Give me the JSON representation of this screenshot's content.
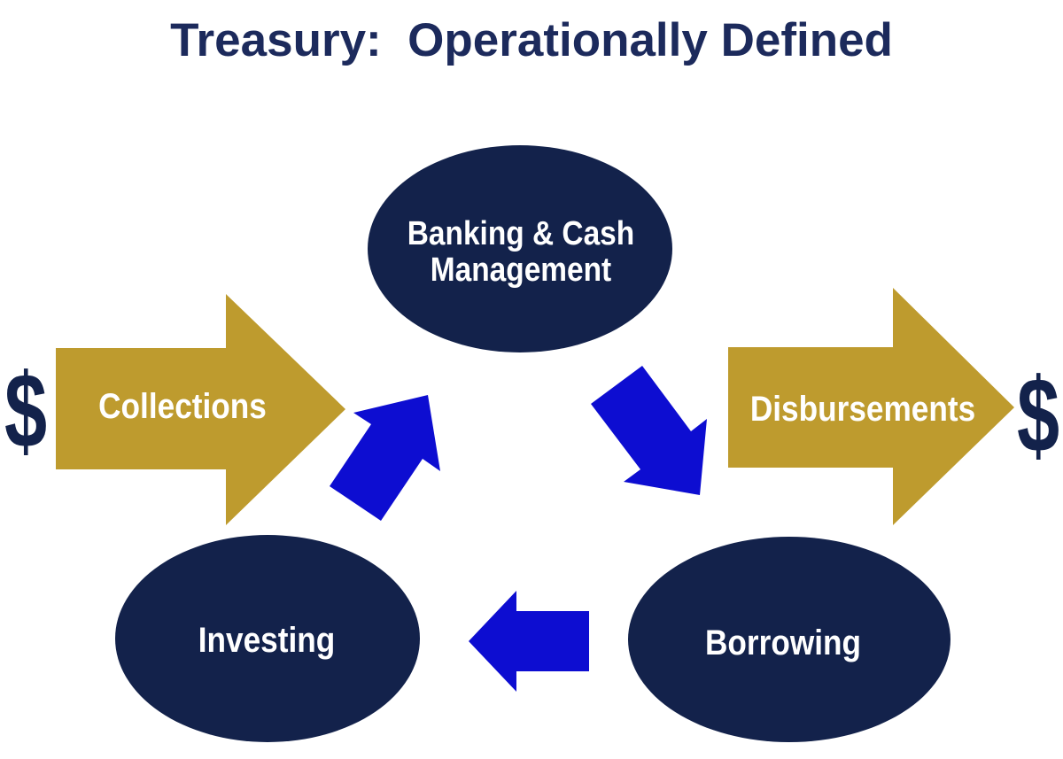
{
  "title": "Treasury:  Operationally Defined",
  "colors": {
    "background": "#FFFFFF",
    "navy": "#13224B",
    "title_navy": "#1C2A5C",
    "gold": "#BE9B2E",
    "blue": "#0D0DD1",
    "label_white": "#FFFFFF"
  },
  "nodes": {
    "banking": {
      "label_line1": "Banking & Cash",
      "label_line2": "Management"
    },
    "investing": {
      "label": "Investing"
    },
    "borrowing": {
      "label": "Borrowing"
    }
  },
  "flows": {
    "collections": {
      "label": "Collections"
    },
    "disbursements": {
      "label": "Disbursements"
    },
    "dollar_in": "$",
    "dollar_out": "$"
  }
}
